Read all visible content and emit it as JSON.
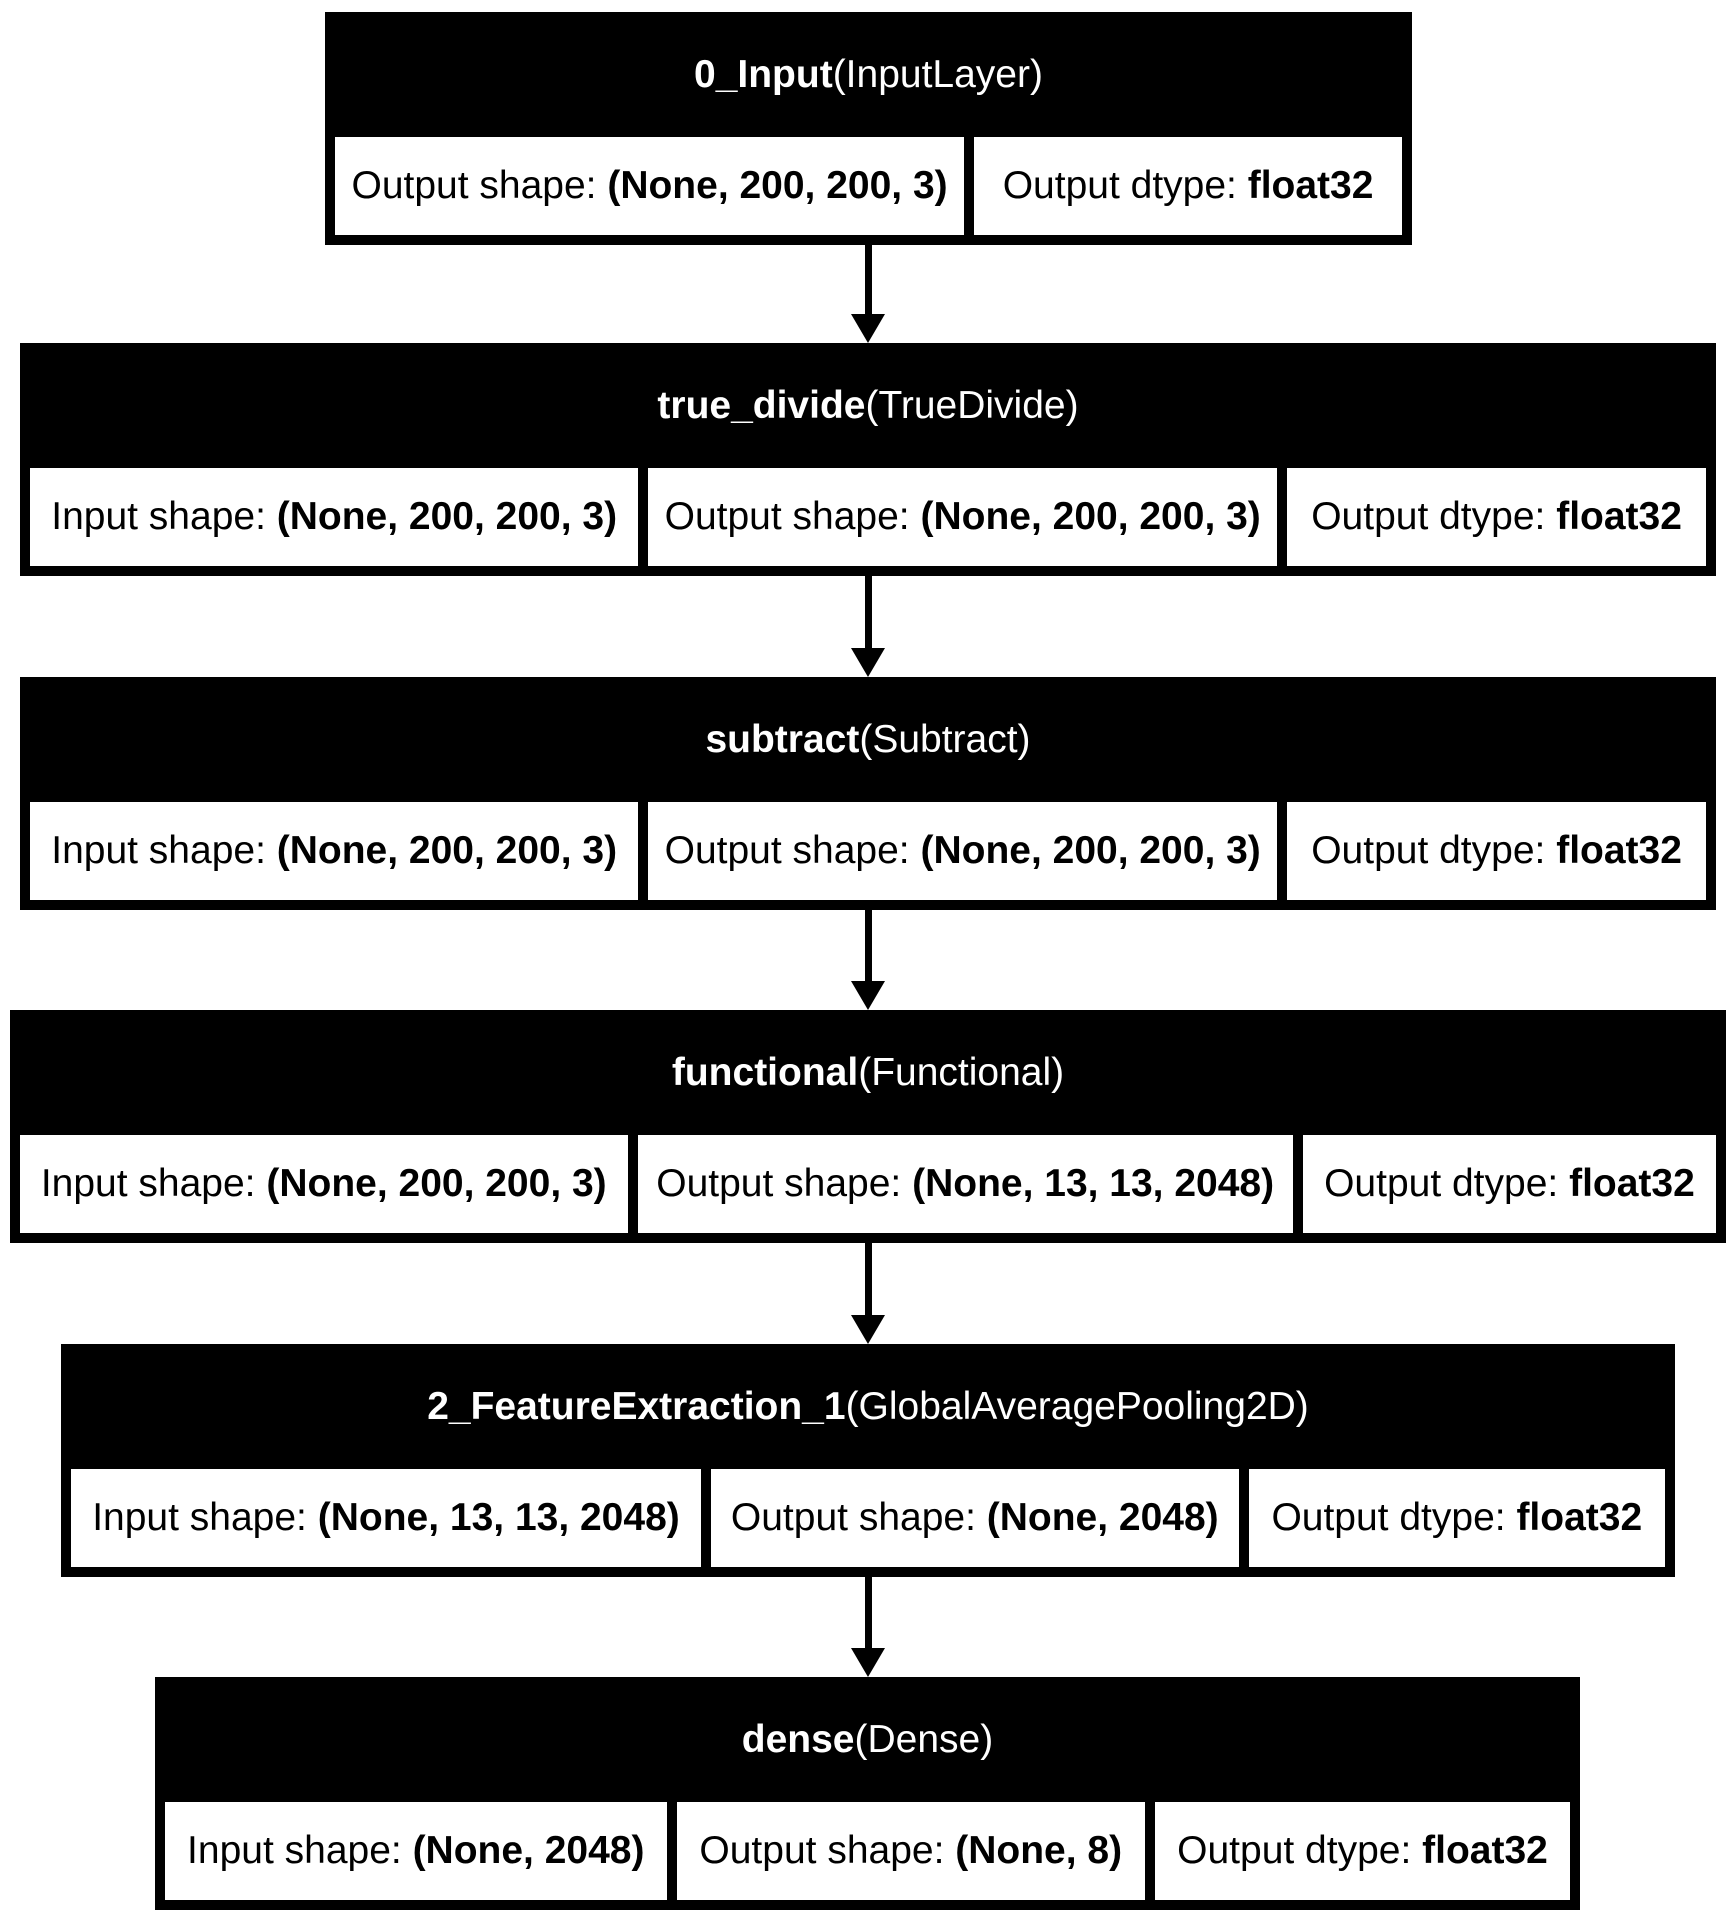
{
  "colors": {
    "canvas_bg": "#ffffff",
    "node_bg": "#000000",
    "header_text": "#ffffff",
    "cell_bg": "#ffffff",
    "cell_text": "#000000",
    "edge_color": "#000000"
  },
  "nodes": [
    {
      "name": "0_Input",
      "class_name": "(InputLayer)",
      "cells": [
        {
          "label": "Output shape: ",
          "value": "(None, 200, 200, 3)"
        },
        {
          "label": "Output dtype: ",
          "value": "float32"
        }
      ]
    },
    {
      "name": "true_divide",
      "class_name": "(TrueDivide)",
      "cells": [
        {
          "label": "Input shape: ",
          "value": "(None, 200, 200, 3)"
        },
        {
          "label": "Output shape: ",
          "value": "(None, 200, 200, 3)"
        },
        {
          "label": "Output dtype: ",
          "value": "float32"
        }
      ]
    },
    {
      "name": "subtract",
      "class_name": "(Subtract)",
      "cells": [
        {
          "label": "Input shape: ",
          "value": "(None, 200, 200, 3)"
        },
        {
          "label": "Output shape: ",
          "value": "(None, 200, 200, 3)"
        },
        {
          "label": "Output dtype: ",
          "value": "float32"
        }
      ]
    },
    {
      "name": "functional",
      "class_name": "(Functional)",
      "cells": [
        {
          "label": "Input shape: ",
          "value": "(None, 200, 200, 3)"
        },
        {
          "label": "Output shape: ",
          "value": "(None, 13, 13, 2048)"
        },
        {
          "label": "Output dtype: ",
          "value": "float32"
        }
      ]
    },
    {
      "name": "2_FeatureExtraction_1",
      "class_name": "(GlobalAveragePooling2D)",
      "cells": [
        {
          "label": "Input shape: ",
          "value": "(None, 13, 13, 2048)"
        },
        {
          "label": "Output shape: ",
          "value": "(None, 2048)"
        },
        {
          "label": "Output dtype: ",
          "value": "float32"
        }
      ]
    },
    {
      "name": "dense",
      "class_name": "(Dense)",
      "cells": [
        {
          "label": "Input shape: ",
          "value": "(None, 2048)"
        },
        {
          "label": "Output shape: ",
          "value": "(None, 8)"
        },
        {
          "label": "Output dtype: ",
          "value": "float32"
        }
      ]
    }
  ]
}
